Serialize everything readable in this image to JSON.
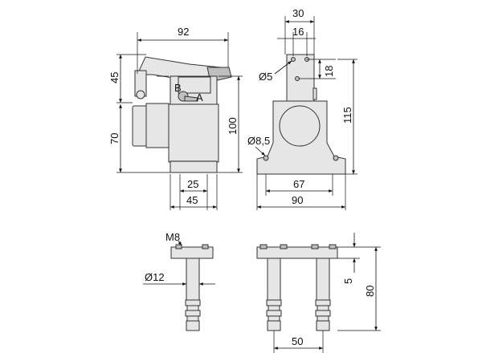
{
  "drawing": {
    "views": {
      "side": {
        "dims": {
          "width_total": "92",
          "height_top": "45",
          "height_body": "70",
          "height_total": "100",
          "base_inner": "25",
          "base_outer": "45"
        },
        "labels": {
          "mark_a": "A",
          "mark_b": "B"
        }
      },
      "front": {
        "dims": {
          "top_outer": "30",
          "top_inner": "16",
          "hole_dia": "Ø5",
          "hole_offset": "18",
          "height_total": "115",
          "base_hole": "Ø8,5",
          "base_inner": "67",
          "base_outer": "90"
        }
      },
      "bolt_side": {
        "dims": {
          "thread": "M8",
          "shank_dia": "Ø12"
        }
      },
      "bolt_front": {
        "dims": {
          "head_height": "5",
          "length_total": "80",
          "bolt_spacing": "50"
        }
      }
    },
    "colors": {
      "line": "#111111",
      "fill": "#e6e6e6",
      "shade": "#bfbfbf"
    }
  }
}
